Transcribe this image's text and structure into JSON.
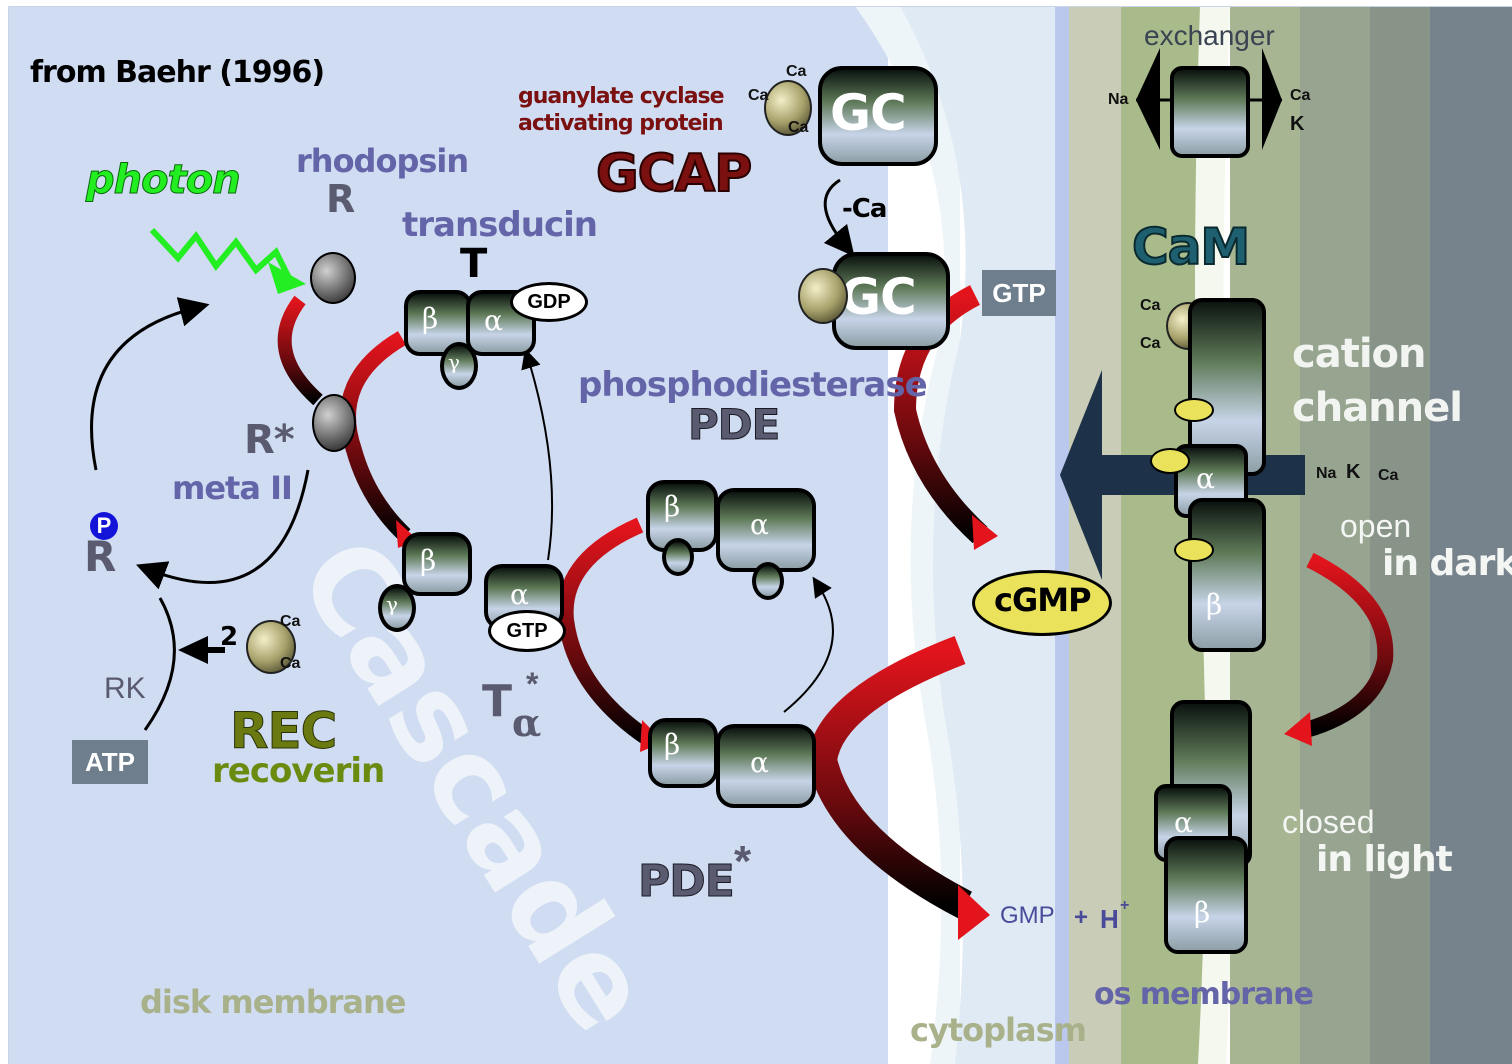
{
  "source_label": "from Baehr (1996)",
  "photon": "photon",
  "rhodopsin": {
    "name": "rhodopsin",
    "symbol": "R"
  },
  "meta2": {
    "symbol": "R*",
    "name": "meta II"
  },
  "phospho_r": {
    "p": "P",
    "symbol": "R"
  },
  "rk": "RK",
  "atp": "ATP",
  "ca_two": "2",
  "ca_text": "Ca",
  "recoverin": {
    "abbr": "REC",
    "name": "recoverin"
  },
  "transducin": {
    "name": "transducin",
    "symbol": "T",
    "gdp": "GDP"
  },
  "t_alpha": {
    "symbol": "T",
    "sub": "α",
    "star": "*",
    "gtp": "GTP"
  },
  "greek": {
    "alpha": "α",
    "beta": "β",
    "gamma": "γ"
  },
  "cascade": "Cascade",
  "gcap": {
    "line1": "guanylate cyclase",
    "line2": "activating protein",
    "abbr": "GCAP"
  },
  "gc": "GC",
  "minus_ca": "-Ca",
  "gtp_box": "GTP",
  "pde": {
    "name": "phosphodiesterase",
    "abbr": "PDE",
    "active": "PDE",
    "star": "*"
  },
  "cgmp": "cGMP",
  "gmp": {
    "text": "GMP",
    "plus": "+",
    "h": "H",
    "sup": "+"
  },
  "exchanger": {
    "name": "exchanger",
    "na": "Na",
    "ca": "Ca",
    "k": "K"
  },
  "cam": "CaM",
  "cation_channel": {
    "line1": "cation",
    "line2": "channel",
    "ions": [
      "Na",
      "K",
      "Ca"
    ]
  },
  "open": {
    "line1": "open",
    "line2": "in dark"
  },
  "closed": {
    "line1": "closed",
    "line2": "in light"
  },
  "regions": {
    "disk": "disk membrane",
    "cytoplasm": "cytoplasm",
    "os": "os membrane"
  },
  "colors": {
    "background": "#cfdcf2",
    "photon": "#22ee22",
    "gcap": "#7a1010",
    "arrow_red": "#e3141c",
    "cam": "#1f6070",
    "membrane_green": "#a9bb8a",
    "cgmp_fill": "#e9e25a",
    "label_blue": "#6464a8"
  }
}
